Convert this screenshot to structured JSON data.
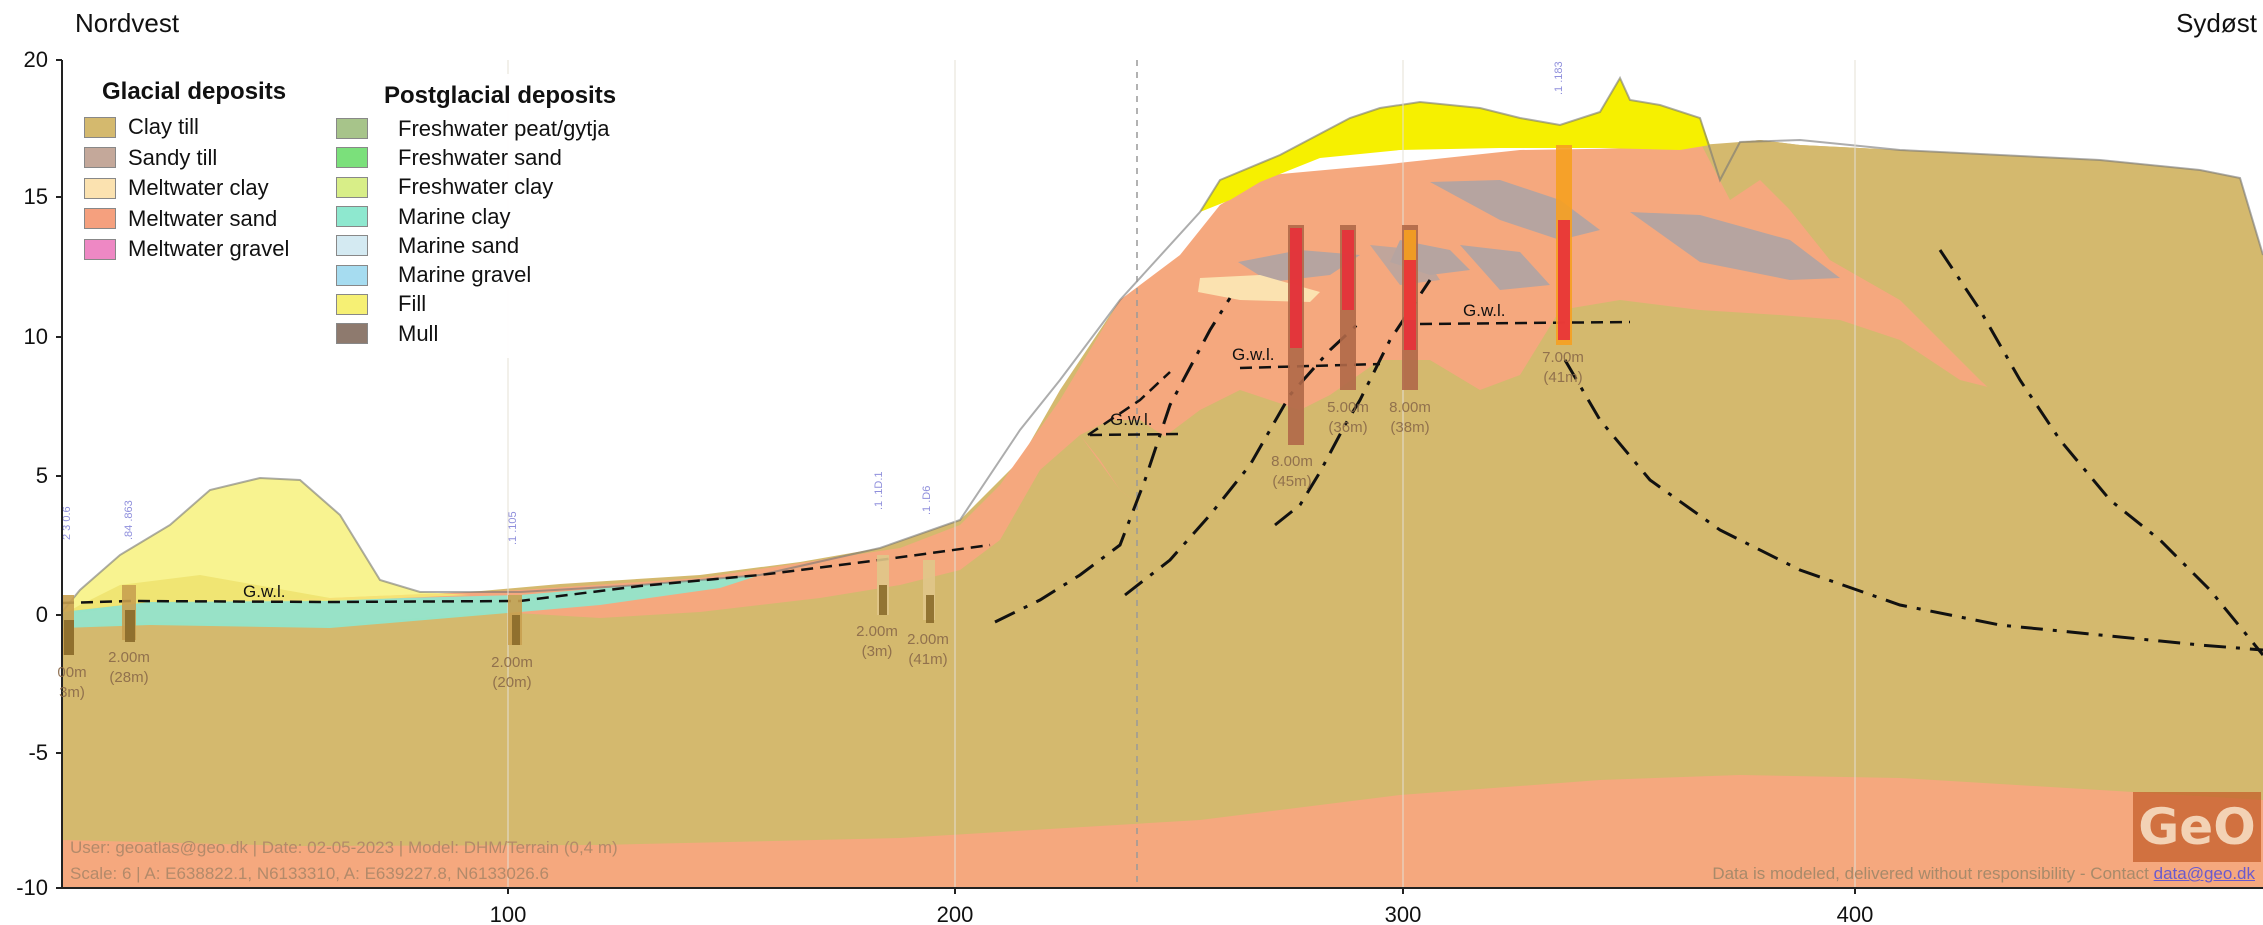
{
  "header": {
    "left_label": "Nordvest",
    "right_label": "Sydøst"
  },
  "axes": {
    "y_ticks": [
      "20",
      "15",
      "10",
      "5",
      "0",
      "-5",
      "-10"
    ],
    "x_ticks": [
      "100",
      "200",
      "300",
      "400"
    ]
  },
  "legend": {
    "glacial": {
      "title": "Glacial deposits",
      "items": [
        {
          "label": "Clay till",
          "color": "#d4b96e"
        },
        {
          "label": "Sandy till",
          "color": "#c4a89a"
        },
        {
          "label": "Meltwater clay",
          "color": "#fbe2b0"
        },
        {
          "label": "Meltwater sand",
          "color": "#f5a07e"
        },
        {
          "label": "Meltwater gravel",
          "color": "#ee88c4"
        }
      ]
    },
    "postglacial": {
      "title": "Postglacial deposits",
      "items": [
        {
          "label": "Freshwater peat/gytja",
          "color": "#a7c48a"
        },
        {
          "label": "Freshwater sand",
          "color": "#7be07b"
        },
        {
          "label": "Freshwater clay",
          "color": "#d8ee88"
        },
        {
          "label": "Marine clay",
          "color": "#8ee8cf"
        },
        {
          "label": "Marine sand",
          "color": "#d4eaf2"
        },
        {
          "label": "Marine gravel",
          "color": "#a6dcf0"
        },
        {
          "label": "Fill",
          "color": "#f6f074"
        },
        {
          "label": "Mull",
          "color": "#8e7a6e"
        }
      ]
    }
  },
  "section": {
    "gwl_label": "G.w.l.",
    "boreholes": [
      {
        "depth": "00m",
        "sub": "3m)"
      },
      {
        "depth": "2.00m",
        "sub": "(28m)"
      },
      {
        "depth": "2.00m",
        "sub": "(20m)"
      },
      {
        "depth": "2.00m",
        "sub": "(3m)"
      },
      {
        "depth": "2.00m",
        "sub": "(41m)"
      },
      {
        "depth": "8.00m",
        "sub": "(45m)"
      },
      {
        "depth": "5.00m",
        "sub": "(36m)"
      },
      {
        "depth": "8.00m",
        "sub": "(38m)"
      },
      {
        "depth": "7.00m",
        "sub": "(41m)"
      }
    ]
  },
  "footer": {
    "meta_line1": "User: geoatlas@geo.dk | Date: 02-05-2023 | Model: DHM/Terrain (0,4 m)",
    "meta_line2": "Scale: 6 | A: E638822.1, N6133310, A: E639227.8, N6133026.6",
    "disclaimer": "Data is modeled, delivered without responsibility - Contact ",
    "contact_link": "data@geo.dk",
    "logo": "GeO"
  },
  "colors": {
    "clay_till": "#d4b96e",
    "meltwater_sand": "#f5a07e",
    "fill": "#f6f000",
    "marine_clay": "#8ee8cf",
    "sandy_till": "#b6a4a0",
    "meltwater_clay": "#fbe2b0",
    "borehole_red": "#e8303a",
    "borehole_orange": "#f6a020"
  }
}
